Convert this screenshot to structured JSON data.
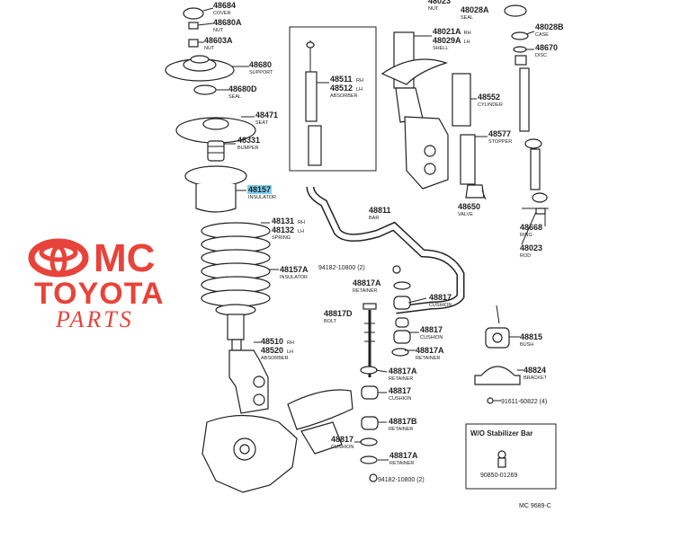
{
  "parts": [
    {
      "id": "p48684",
      "number": "48684",
      "desc": "COVER"
    },
    {
      "id": "p48680A",
      "number": "48680A",
      "desc": "NUT"
    },
    {
      "id": "p48603A",
      "number": "48603A",
      "desc": "NUT"
    },
    {
      "id": "p48680",
      "number": "48680",
      "desc": "SUPPORT"
    },
    {
      "id": "p48680D",
      "number": "48680D",
      "desc": "SEAL"
    },
    {
      "id": "p48471",
      "number": "48471",
      "desc": "SEAT"
    },
    {
      "id": "p48331",
      "number": "48331",
      "desc": "BUMPER"
    },
    {
      "id": "p48157",
      "number": "48157",
      "desc": "INSULATOR",
      "highlight": true
    },
    {
      "id": "p48131",
      "number": "48131",
      "suffix": "RH",
      "desc": ""
    },
    {
      "id": "p48132",
      "number": "48132",
      "suffix": "LH",
      "desc": "SPRING"
    },
    {
      "id": "p48157A",
      "number": "48157A",
      "desc": "INSULATOR"
    },
    {
      "id": "p48510",
      "number": "48510",
      "suffix": "RH",
      "desc": ""
    },
    {
      "id": "p48520",
      "number": "48520",
      "suffix": "LH",
      "desc": "ABSORBER"
    },
    {
      "id": "p48511",
      "number": "48511",
      "suffix": "RH",
      "desc": ""
    },
    {
      "id": "p48512",
      "number": "48512",
      "suffix": "LH",
      "desc": "ABSORBER"
    },
    {
      "id": "p48023top",
      "number": "48023",
      "desc": "NUT"
    },
    {
      "id": "p48028A",
      "number": "48028A",
      "desc": "SEAL"
    },
    {
      "id": "p48021A",
      "number": "48021A",
      "suffix": "RH",
      "desc": ""
    },
    {
      "id": "p48029A",
      "number": "48029A",
      "suffix": "LH",
      "desc": "SHELL"
    },
    {
      "id": "p48552",
      "number": "48552",
      "desc": "CYLINDER"
    },
    {
      "id": "p48577",
      "number": "48577",
      "desc": "STOPPER"
    },
    {
      "id": "p48650",
      "number": "48650",
      "desc": "VALVE"
    },
    {
      "id": "p48028B",
      "number": "48028B",
      "desc": "CASE"
    },
    {
      "id": "p48670",
      "number": "48670",
      "desc": "DISC"
    },
    {
      "id": "p48668",
      "number": "48668",
      "desc": "RING"
    },
    {
      "id": "p48023",
      "number": "48023",
      "desc": "ROD"
    },
    {
      "id": "p48811",
      "number": "48811",
      "desc": "BAR"
    },
    {
      "id": "p48817A_1",
      "number": "48817A",
      "desc": "RETAINER"
    },
    {
      "id": "p48817_1",
      "number": "48817",
      "desc": "CUSHION"
    },
    {
      "id": "p48817D",
      "number": "48817D",
      "desc": "BOLT"
    },
    {
      "id": "p48817_2",
      "number": "48817",
      "desc": "CUSHION"
    },
    {
      "id": "p48817A_2",
      "number": "48817A",
      "desc": "RETAINER"
    },
    {
      "id": "p48817A_3",
      "number": "48817A",
      "desc": "RETAINER"
    },
    {
      "id": "p48817_3",
      "number": "48817",
      "desc": "CUSHION"
    },
    {
      "id": "p48817B",
      "number": "48817B",
      "desc": "RETAINER"
    },
    {
      "id": "p48817_4",
      "number": "48817",
      "desc": "CUSHION"
    },
    {
      "id": "p48817A_4",
      "number": "48817A",
      "desc": "RETAINER"
    },
    {
      "id": "p48815",
      "number": "48815",
      "desc": "BUSH"
    },
    {
      "id": "p48824",
      "number": "48824",
      "desc": "BRACKET"
    }
  ],
  "bolts": {
    "b1": "94182-10800 (2)",
    "b2": "91611-60822 (4)",
    "b3": "94182-10800 (2)"
  },
  "box": {
    "title": "W/O Stabilizer Bar",
    "part": "90850-01269"
  },
  "logo": {
    "line1": "MC",
    "line2": "TOYOTA",
    "line3": "PARTS"
  },
  "footer": "MC 9689-C"
}
